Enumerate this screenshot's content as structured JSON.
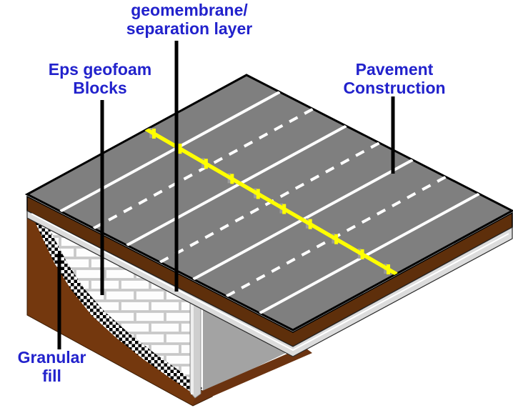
{
  "diagram": {
    "title_implicit": "EPS geofoam road embankment cross-section",
    "label_color": "#2222CC",
    "background": "#FFFFFF",
    "labels": {
      "geomembrane": {
        "line1": "geomembrane/",
        "line2": "separation layer"
      },
      "eps": {
        "line1": "Eps geofoam",
        "line2": "Blocks"
      },
      "pavement": {
        "line1": "Pavement",
        "line2": "Construction"
      },
      "granular": {
        "line1": "Granular",
        "line2": "fill"
      }
    },
    "leader_line_color": "#000000",
    "road": {
      "surface_color": "#7F7F7F",
      "outline_color": "#000000",
      "lane_line_color": "#FFFFFF",
      "lane_lines": [
        "solid",
        "dashed",
        "solid",
        "dashed",
        "solid",
        "dashed",
        "solid"
      ]
    },
    "yellow_marker": {
      "color": "#FFFF00",
      "shadow_color": "#9A9A9A",
      "tick_count": 10
    },
    "layers": {
      "pavement_base_color": "#5E2F0B",
      "geomembrane_color": "#DCDCDC",
      "corner_band_color": "#CFCFCF",
      "geofoam_brick_color": "#FDFDFD",
      "geofoam_joint_color": "#C8C8C8",
      "granular_fill_color": "#74380E",
      "granular_strip_color": "#6B3310",
      "side_panel_color": "#A3A3A3",
      "checker_black": "#000000",
      "checker_white": "#FFFFFF"
    }
  }
}
